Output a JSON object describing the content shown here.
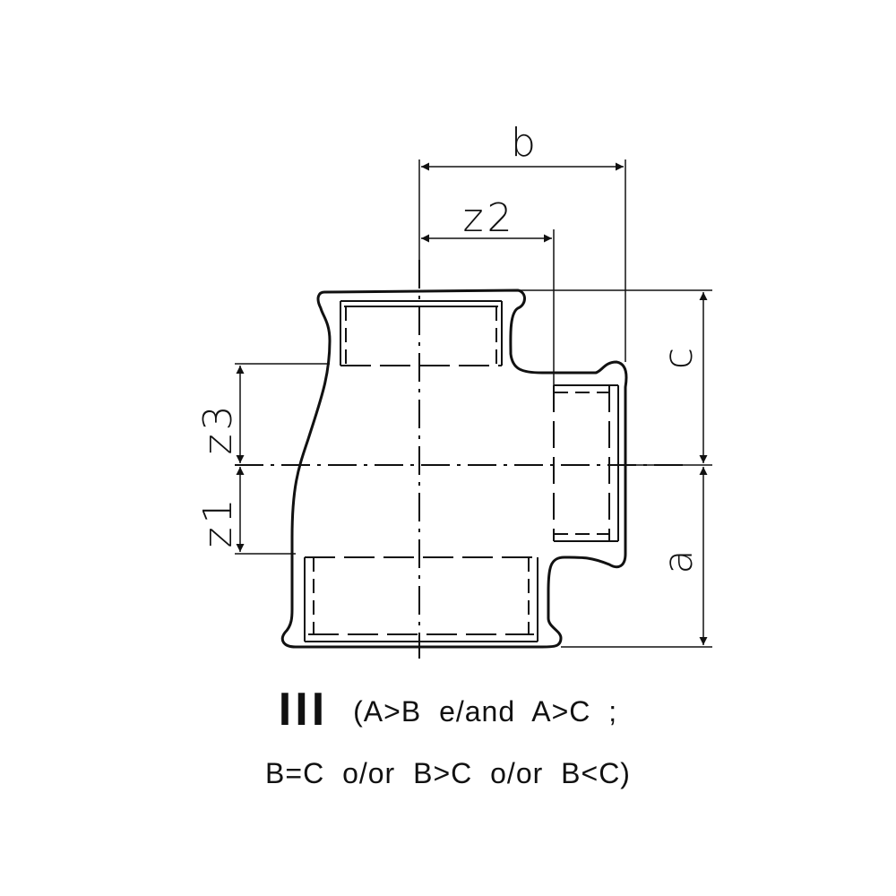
{
  "diagram": {
    "labels": {
      "b": "b",
      "z2": "z2",
      "c": "c",
      "a": "a",
      "z3": "z3",
      "z1": "z1"
    },
    "colors": {
      "stroke": "#111111",
      "background": "#ffffff"
    }
  },
  "caption": {
    "type_numeral": "III",
    "line1": "(A>B  e/and  A>C ;",
    "line2": "B=C  o/or  B>C  o/or  B<C)"
  }
}
